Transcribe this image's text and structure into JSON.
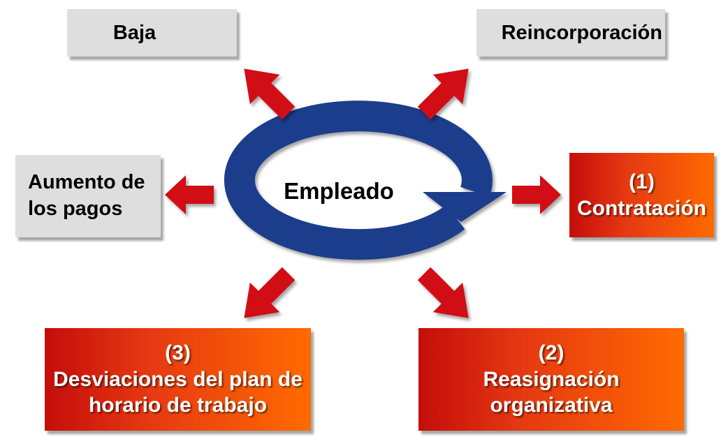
{
  "center": {
    "label": "Empleado"
  },
  "boxes": {
    "baja": {
      "label": "Baja"
    },
    "reincorporacion": {
      "label": "Reincorporación"
    },
    "aumento": {
      "line1": "Aumento de",
      "line2": "los pagos"
    },
    "contratacion": {
      "number": "(1)",
      "label": "Contratación"
    },
    "reasignacion": {
      "number": "(2)",
      "line1": "Reasignación",
      "line2": "organizativa"
    },
    "desviaciones": {
      "number": "(3)",
      "line1": "Desviaciones del plan de",
      "line2": "horario de trabajo"
    }
  },
  "colors": {
    "arrow": "#d10f12",
    "cycle": "#1e3c8c",
    "gray_box": "#dedede",
    "orange_start": "#c40d0a",
    "orange_end": "#ff6a00"
  }
}
